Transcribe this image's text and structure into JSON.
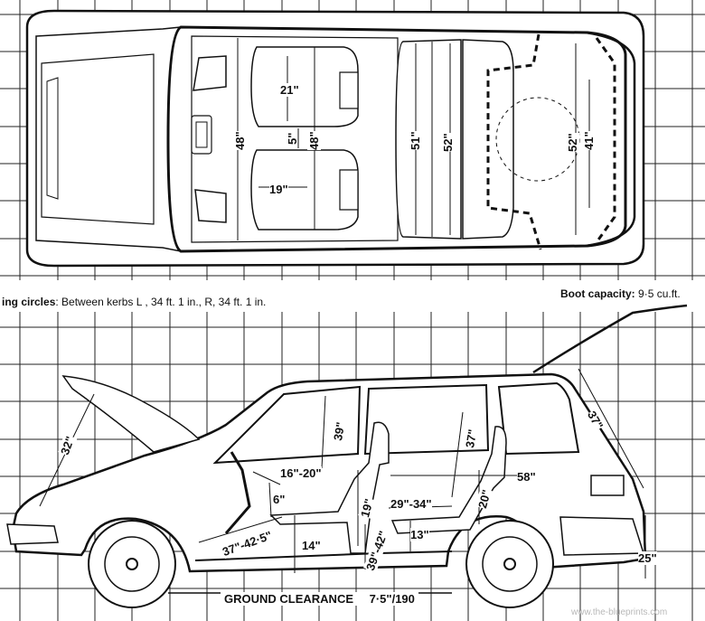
{
  "grid": {
    "color": "#222222",
    "line_color": "#111111"
  },
  "captions": {
    "turning_circles_label": "ing circles",
    "turning_circles_value": ": Between kerbs L , 34 ft.   1 in., R, 34 ft.   1 in.",
    "boot_capacity_label": "Boot capacity:",
    "boot_capacity_value": " 9·5 cu.ft.",
    "ground_clearance_label": "GROUND CLEARANCE",
    "ground_clearance_value": "7·5\"/190"
  },
  "plan_dimensions": {
    "d21": "21\"",
    "d5": "5\"",
    "d48a": "48\"",
    "d48b": "48\"",
    "d19": "19\"",
    "d51": "51\"",
    "d52a": "52\"",
    "d52b": "52\"",
    "d41": "41\""
  },
  "side_dimensions": {
    "d32": "32\"",
    "d39": "39\"",
    "d37a": "37\"",
    "d37b": "37\"",
    "d16_20": "16\"-20\"",
    "d6": "6\"",
    "d58": "58\"",
    "d19": "19\"",
    "d29_34": "29\"-34\"",
    "d20": "20\"",
    "d37_42": "37\"-42·5\"",
    "d14": "14\"",
    "d39_42": "39\"-42\"",
    "d13": "13\"",
    "d25": "25\""
  },
  "watermark": "www.the-blueprints.com"
}
